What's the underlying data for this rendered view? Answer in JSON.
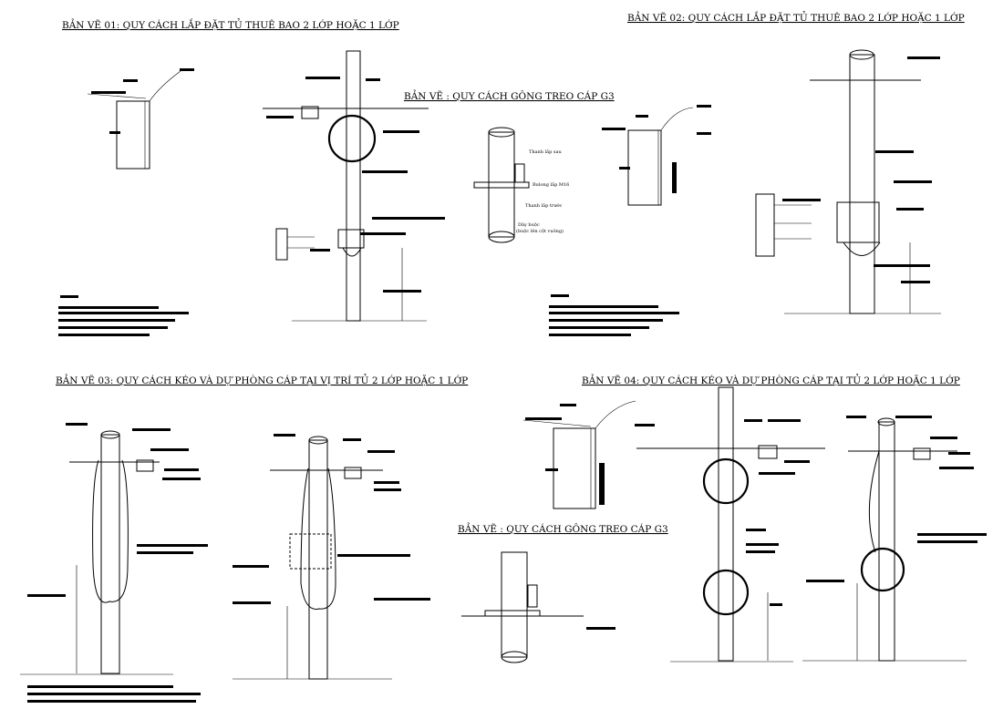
{
  "titles": {
    "t1": "BẢN VẼ 01: QUY CÁCH LẮP ĐẶT TỦ THUÊ BAO 2 LỚP HOẶC 1 LỚP",
    "t2": "BẢN VẼ 02: QUY CÁCH LẮP ĐẶT TỦ THUÊ BAO 2 LỚP HOẶC 1 LỚP",
    "t_g3_top": "BẢN VẼ : QUY CÁCH GÔNG TREO CÁP G3",
    "t3": "BẢN VẼ 03: QUY CÁCH KÉO VÀ DỰ PHÒNG CÁP TẠI VỊ TRÍ TỦ 2 LỚP HOẶC 1 LỚP",
    "t4": "BẢN VẼ 04: QUY CÁCH KÉO VÀ DỰ PHÒNG CÁP TẠI TỦ 2 LỚP HOẶC 1 LỚP",
    "t_g3_bottom": "BẢN VẼ : QUY CÁCH GÔNG TREO CÁP G3"
  },
  "labels": {
    "thanh_lap_sau": "Thanh lắp sau",
    "bulong": "Bulong lắp M16",
    "thanh_lap_truoc": "Thanh lắp trước",
    "day_buoc_1": "Dây buộc",
    "day_buoc_2": "(buộc lên cột vuông)"
  }
}
